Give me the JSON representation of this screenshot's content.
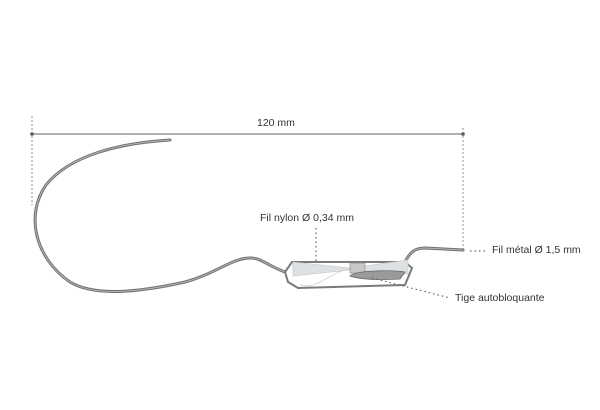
{
  "dimension": {
    "label": "120 mm"
  },
  "callouts": {
    "nylon": "Fil nylon Ø 0,34 mm",
    "metal": "Fil métal Ø 1,5 mm",
    "rod": "Tige autobloquante"
  },
  "colors": {
    "wire": "#7a7a7a",
    "nylon": "#d8dde0",
    "line": "#555555"
  }
}
